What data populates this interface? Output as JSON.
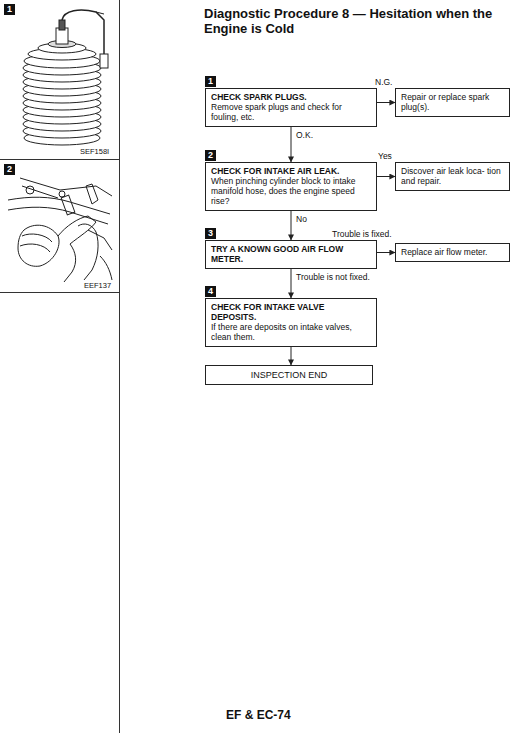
{
  "diagram": {
    "title": "Diagnostic Procedure 8 — Hesitation when the Engine is Cold",
    "nodes": [
      {
        "text": [
          "CHECK SPARK PLUGS.",
          "Remove spark plugs and check for fouling, etc."
        ]
      },
      {
        "text": [
          "Repair or replace spark plug(s)."
        ]
      },
      {
        "text": [
          "CHECK FOR INTAKE AIR LEAK.",
          "When pinching cylinder block to intake manifold hose, does the engine speed rise?"
        ]
      },
      {
        "text": [
          "Discover air leak loca- tion and repair."
        ]
      },
      {
        "text": [
          "TRY A KNOWN GOOD AIR FLOW METER."
        ]
      },
      {
        "text": [
          "Replace air flow meter."
        ]
      },
      {
        "text": [
          "CHECK FOR INTAKE VALVE DEPOSITS.",
          "If there are deposits on intake valves, clean them."
        ]
      },
      {
        "text": [
          "INSPECTION END"
        ]
      }
    ],
    "edges": [
      {
        "from": 0,
        "to": 1,
        "arrow": "to",
        "label": "N.G."
      },
      {
        "from": 0,
        "to": 2,
        "arrow": "to",
        "label": "O.K."
      },
      {
        "from": 2,
        "to": 3,
        "arrow": "to",
        "label": "Yes"
      },
      {
        "from": 2,
        "to": 4,
        "arrow": "to",
        "label": "No"
      },
      {
        "from": 4,
        "to": 5,
        "arrow": "to",
        "label": "Trouble is fixed."
      },
      {
        "from": 4,
        "to": 6,
        "arrow": "to",
        "label": "Trouble is not fixed."
      },
      {
        "from": 6,
        "to": 7,
        "arrow": "to"
      }
    ],
    "labels": [
      "1",
      "SEF158I",
      "2",
      "EEF137",
      "1",
      "2",
      "3",
      "4",
      "EF & EC-74"
    ]
  }
}
